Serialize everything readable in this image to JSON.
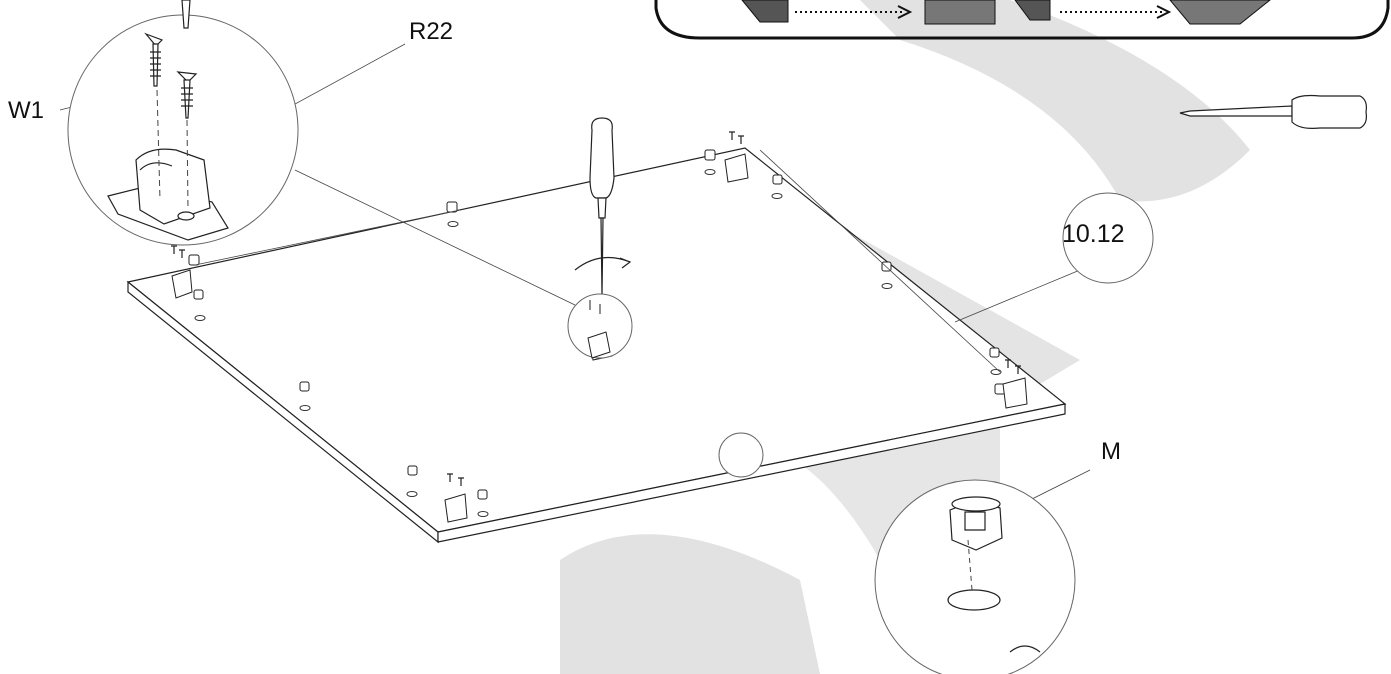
{
  "labels": {
    "w1": "W1",
    "r22": "R22",
    "m": "M",
    "part_number": "10.12"
  },
  "icons": [
    "screwdriver-icon",
    "screw-icon",
    "hinge-bracket-icon",
    "cam-lock-icon"
  ],
  "colors": {
    "line": "#222222",
    "watermark": "#e2e2e2",
    "panel_fill": "#ffffff"
  }
}
